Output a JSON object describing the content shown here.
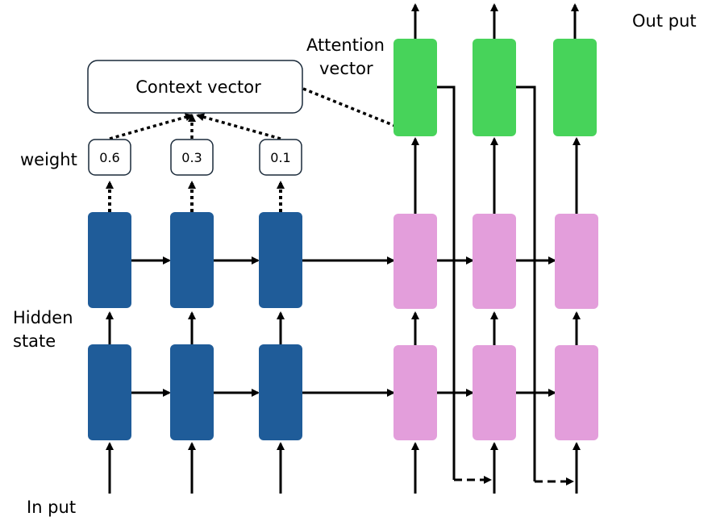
{
  "labels": {
    "output": "Out put",
    "attention_line1": "Attention",
    "attention_line2": "vector",
    "context": "Context vector",
    "weight": "weight",
    "hidden_line1": "Hidden",
    "hidden_line2": "state",
    "input": "In put"
  },
  "weights": [
    "0.6",
    "0.3",
    "0.1"
  ],
  "colors": {
    "encoder": "#1f5c99",
    "decoder": "#e39edb",
    "attention": "#47d35a",
    "line": "#000000"
  }
}
